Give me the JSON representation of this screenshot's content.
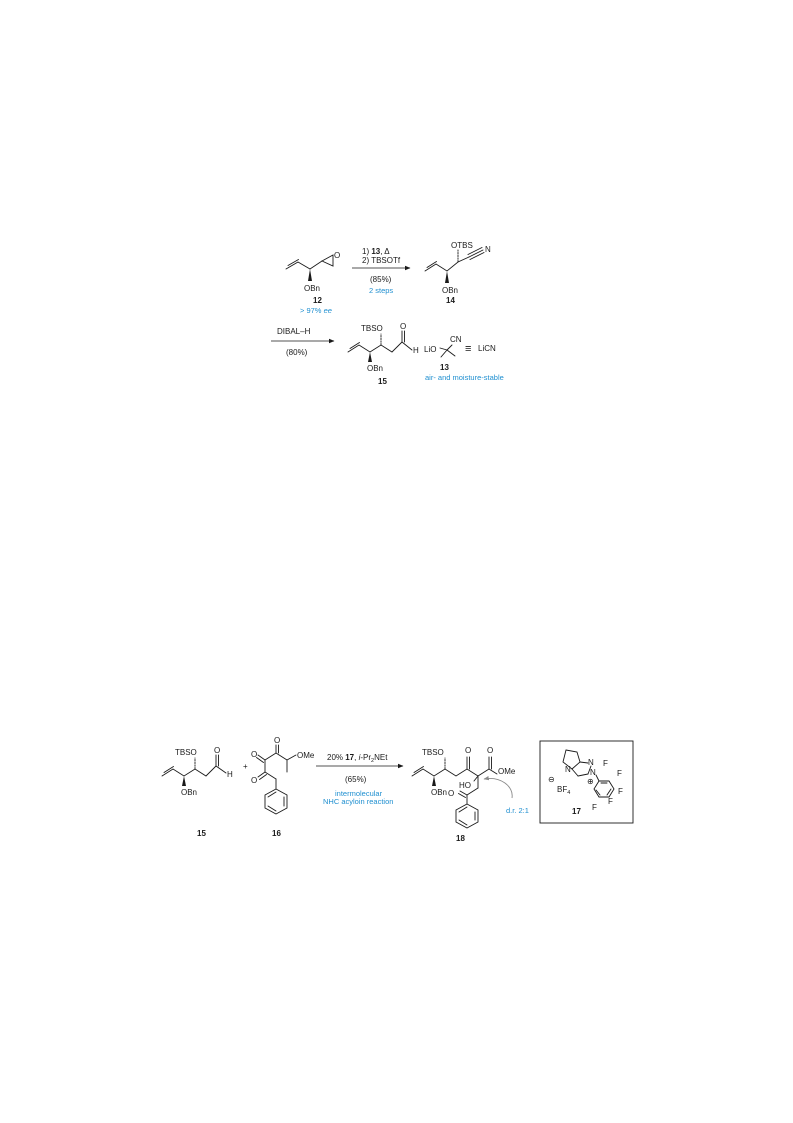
{
  "scheme1": {
    "compound12": {
      "number": "12",
      "group": "OBn",
      "ee_prefix": "> 97% ",
      "ee_unit": "ee"
    },
    "step1": {
      "cond_line1_prefix": "1) ",
      "cond_line1_ref": "13",
      "cond_line1_suffix": ", Δ",
      "cond_line2": "2) TBSOTf",
      "yield": "(85%)",
      "note": "2 steps"
    },
    "compound14": {
      "number": "14",
      "group_top": "OTBS",
      "group_bottom": "OBn",
      "atom_n": "N"
    },
    "step2": {
      "reagent": "DIBAL–H",
      "yield": "(80%)"
    },
    "compound15": {
      "number": "15",
      "group_top": "TBSO",
      "group_bottom": "OBn",
      "atom_o": "O",
      "atom_h": "H"
    },
    "compound13": {
      "number": "13",
      "lio": "LiO",
      "cn": "CN",
      "equiv_symbol": "≡",
      "licn": "LiCN",
      "note": "air- and moisture-stable"
    }
  },
  "scheme2": {
    "compound15": {
      "number": "15",
      "group_top": "TBSO",
      "group_bottom": "OBn",
      "atom_o": "O",
      "atom_h": "H"
    },
    "plus": "+",
    "compound16": {
      "number": "16",
      "atom_o1": "O",
      "atom_o2": "O",
      "atom_o3": "O",
      "ome": "OMe"
    },
    "conditions": {
      "cat_pct": "20% ",
      "cat_ref": "17",
      "base_sep": ", ",
      "base_i": "i",
      "base_pr": "-Pr",
      "base_sub": "2",
      "base_net": "NEt",
      "yield": "(65%)",
      "note_line1": "intermolecular",
      "note_line2": "NHC acyloin reaction"
    },
    "compound18": {
      "number": "18",
      "group_top": "TBSO",
      "group_bottom": "OBn",
      "atom_o1": "O",
      "atom_o2": "O",
      "atom_o3": "O",
      "ho": "HO",
      "ome": "OMe",
      "dr": "d.r. 2:1"
    },
    "compound17": {
      "number": "17",
      "n1": "N",
      "n2": "N",
      "n3": "N",
      "minus": "⊖",
      "plus": "⊕",
      "bf": "BF",
      "bf_sub": "4",
      "f_labels": [
        "F",
        "F",
        "F",
        "F",
        "F"
      ]
    }
  },
  "colors": {
    "accent": "#1f8fd0",
    "ink": "#1a1a1a"
  }
}
